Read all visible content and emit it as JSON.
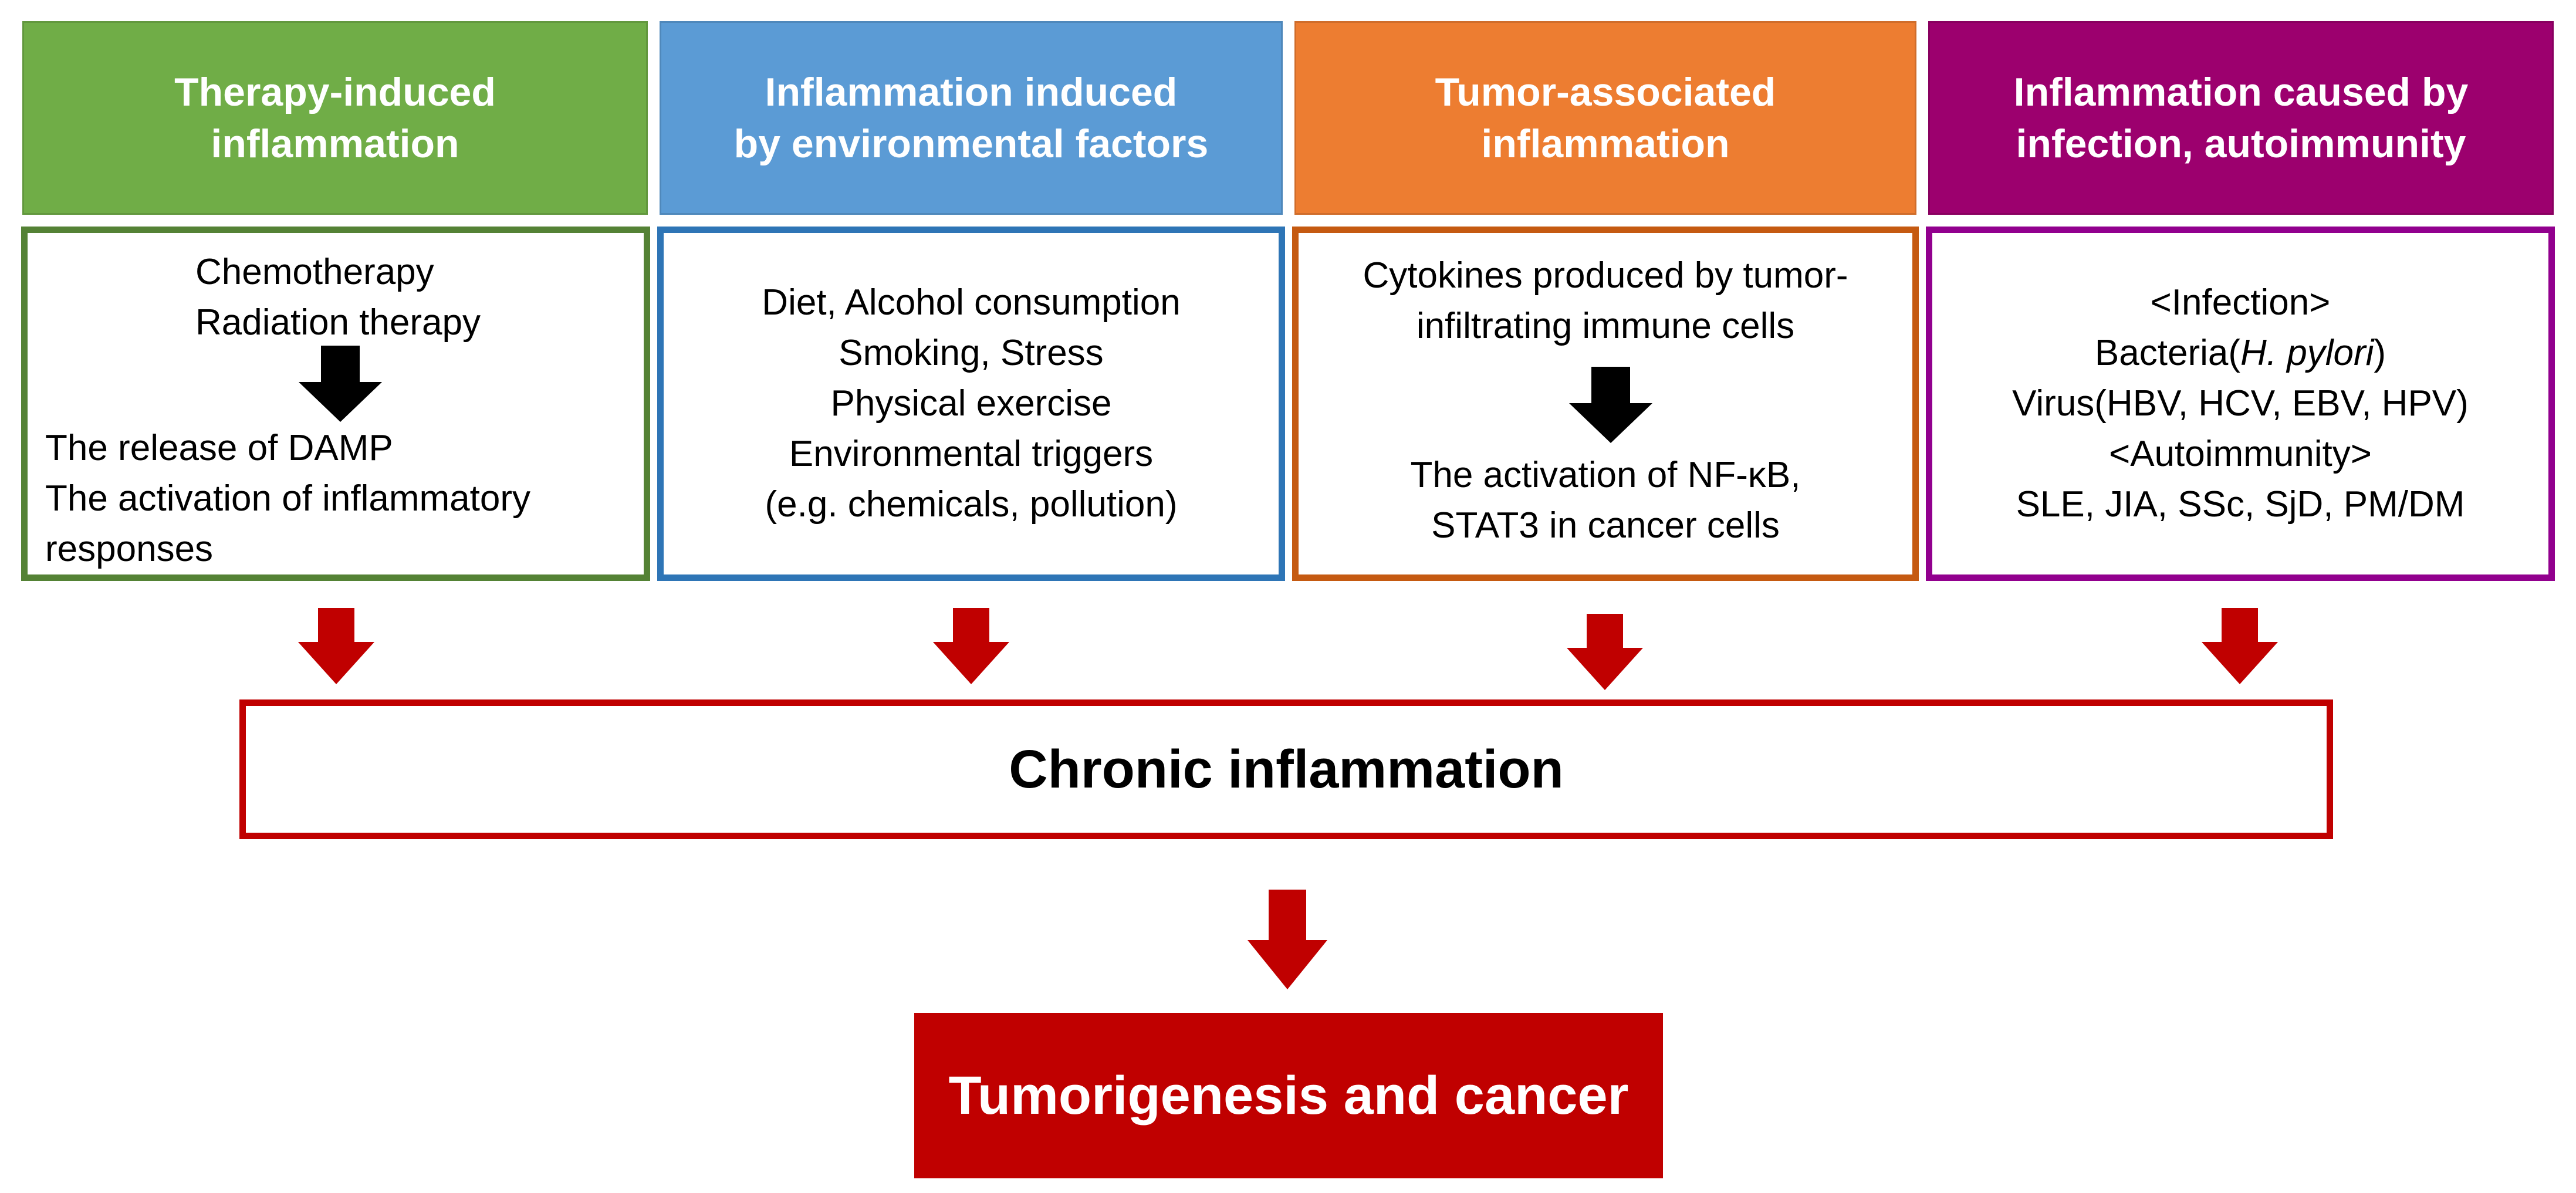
{
  "colors": {
    "green": "#70ad47",
    "blue": "#5b9bd5",
    "orange": "#ed7d31",
    "purple": "#9c006e",
    "green_border": "#548235",
    "blue_border": "#2e75b6",
    "orange_border": "#c55a11",
    "purple_border": "#92008e",
    "red": "#c00000"
  },
  "columns": [
    {
      "header": [
        "Therapy-induced",
        "inflammation"
      ],
      "top_lines": [
        "Chemotherapy",
        "Radiation therapy"
      ],
      "bottom_lines": [
        "The release of DAMP",
        "The activation of inflammatory",
        "responses"
      ]
    },
    {
      "header": [
        "Inflammation induced",
        "by environmental factors"
      ],
      "lines": [
        "Diet, Alcohol consumption",
        "Smoking, Stress",
        "Physical exercise",
        "Environmental triggers",
        "(e.g. chemicals, pollution)"
      ]
    },
    {
      "header": [
        "Tumor-associated",
        "inflammation"
      ],
      "top_lines": [
        "Cytokines produced by tumor-",
        "infiltrating immune cells"
      ],
      "bottom_lines": [
        "The activation of NF-κB,",
        "STAT3 in cancer cells"
      ]
    },
    {
      "header": [
        "Inflammation caused by",
        "infection, autoimmunity"
      ],
      "infection_label": "<Infection>",
      "bacteria_prefix": "Bacteria(",
      "bacteria_species": "H. pylori",
      "bacteria_suffix": ")",
      "virus_line": "Virus(HBV, HCV, EBV, HPV)",
      "autoimmunity_label": "<Autoimmunity>",
      "diseases_line": "SLE, JIA, SSc, SjD, PM/DM"
    }
  ],
  "chronic_label": "Chronic inflammation",
  "outcome_label": "Tumorigenesis and cancer"
}
